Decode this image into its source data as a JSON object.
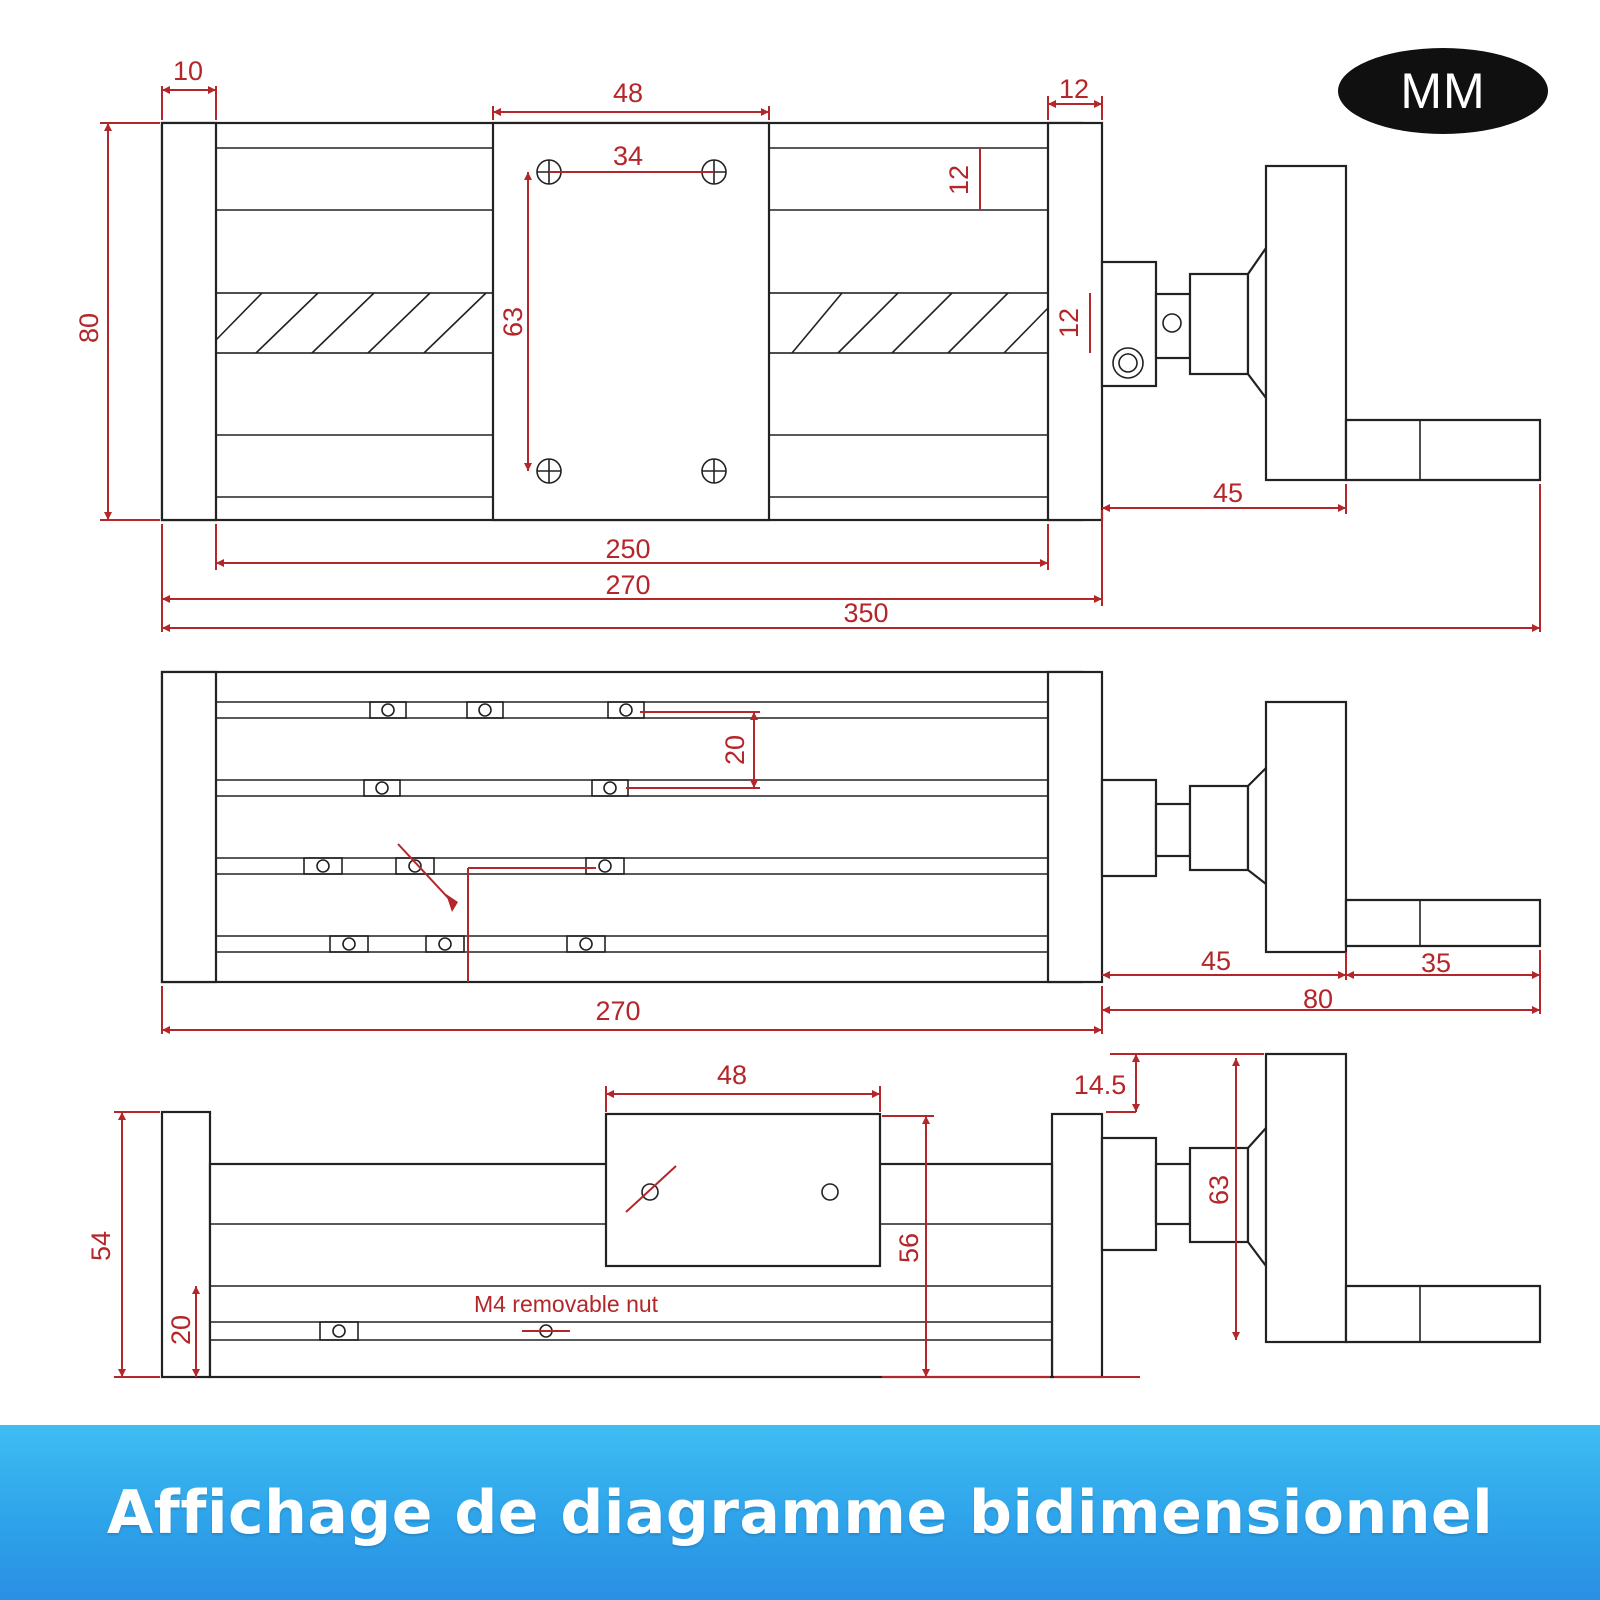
{
  "unit_badge": "MM",
  "banner": {
    "title": "Affichage de diagramme bidimensionnel"
  },
  "colors": {
    "dimension": "#b3262a",
    "outline": "#222222",
    "banner": "#2ea3ea",
    "badge": "#101010"
  },
  "top_view": {
    "end_plate_width": "10",
    "carriage_width": "48",
    "right_plate_width": "12",
    "hole_spacing_x": "34",
    "hole_spacing_y": "63",
    "rail_height": "12",
    "screw_height": "12",
    "overall_height": "80",
    "rail_length": "250",
    "body_length": "270",
    "total_length": "350",
    "handwheel_offset": "45"
  },
  "side_view": {
    "slot_pitch": "20",
    "body_length": "270",
    "handwheel_offset": "45",
    "handle_length": "35",
    "drive_length": "80"
  },
  "front_view": {
    "carriage_width": "48",
    "flange_step": "14.5",
    "handwheel_diameter": "63",
    "overall_height": "54",
    "carriage_height": "56",
    "slot_offset": "20",
    "nut_note": "M4 removable nut"
  }
}
